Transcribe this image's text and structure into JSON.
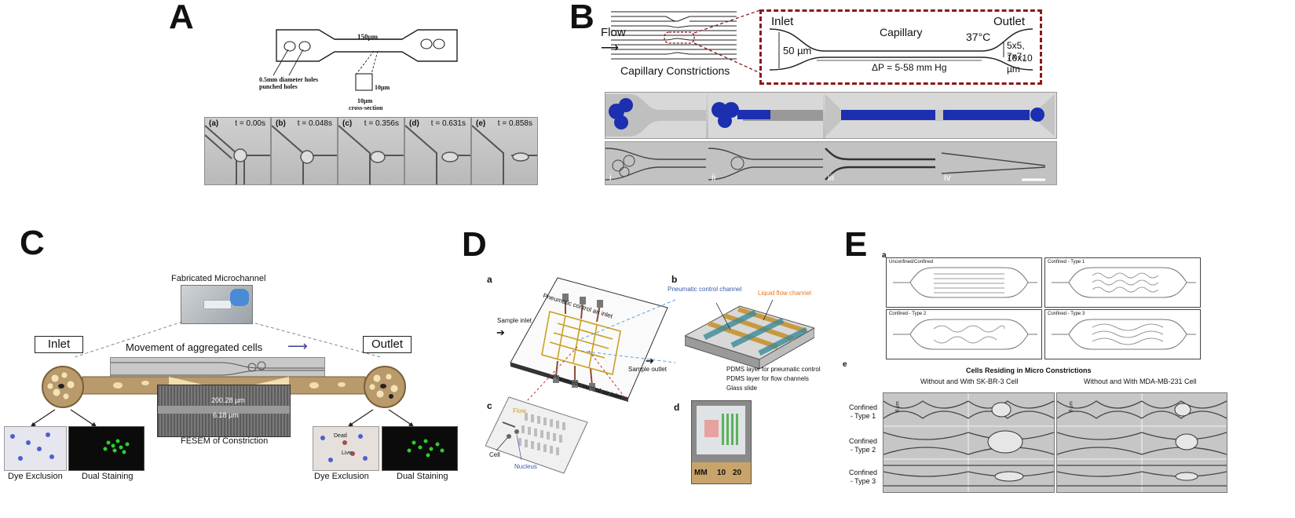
{
  "panels": {
    "A": {
      "letter": "A",
      "channel_width": "150µm",
      "holes_line1": "0.5mm diameter holes",
      "holes_line2": "punched holes",
      "cs_height": "10µm",
      "cs_width": "10µm",
      "cs_label": "cross-section",
      "frames": [
        {
          "label": "(a)",
          "time": "t = 0.00s"
        },
        {
          "label": "(b)",
          "time": "t = 0.048s"
        },
        {
          "label": "(c)",
          "time": "t = 0.356s"
        },
        {
          "label": "(d)",
          "time": "t = 0.631s"
        },
        {
          "label": "(e)",
          "time": "t = 0.858s"
        }
      ]
    },
    "B": {
      "letter": "B",
      "flow": "Flow",
      "constrictions": "Capillary Constrictions",
      "inlet": "Inlet",
      "outlet": "Outlet",
      "capillary": "Capillary",
      "temp": "37°C",
      "width": "50 µm",
      "sizes1": "5x5, 7x7,",
      "sizes2": "10x10 µm",
      "pressure": "ΔP = 5-58 mm Hg",
      "romans": [
        "i",
        "ii",
        "iii",
        "iv"
      ]
    },
    "C": {
      "letter": "C",
      "fabricated": "Fabricated Microchannel",
      "inlet": "Inlet",
      "outlet": "Outlet",
      "movement": "Movement of aggregated cells",
      "dim1": "200.28 µm",
      "dim2": "6.18 µm",
      "fesem": "FESEM of Constriction",
      "dye_left": "Dye Exclusion",
      "dual_left": "Dual Staining",
      "dye_right": "Dye Exclusion",
      "dual_right": "Dual Staining",
      "dead": "Dead",
      "live": "Live"
    },
    "D": {
      "letter": "D",
      "sub_a": "a",
      "sub_b": "b",
      "sub_c": "c",
      "sub_d": "d",
      "pcai_top": "Pneumatic control air inlet",
      "pcai_bottom": "Pneumatic control air inlet",
      "sample_inlet": "Sample inlet",
      "sample_outlet": "Sample outlet",
      "pneumatic_channel": "Pneumatic control channel",
      "liquid_channel": "Liquid flow channel",
      "layer1": "PDMS layer for pneumatic control",
      "layer2": "PDMS layer for flow channels",
      "layer3": "Glass slide",
      "flow": "Flow",
      "cell": "Cell",
      "nucleus": "Nucleus",
      "mm": "MM",
      "r10": "10",
      "r20": "20"
    },
    "E": {
      "letter": "E",
      "sub_a": "a",
      "sub_e": "e",
      "designs": [
        "Unconfined/Confined",
        "Confined - Type 1",
        "Confined - Type 2",
        "Confined - Type 3"
      ],
      "title": "Cells Residing in Micro Constrictions",
      "col1": "Without and With SK-BR-3 Cell",
      "col2": "Without and With MDA-MB-231 Cell",
      "rows": [
        {
          "line1": "Confined",
          "line2": "- Type 1"
        },
        {
          "line1": "Confined",
          "line2": "- Type 2"
        },
        {
          "line1": "Confined",
          "line2": "- Type 3"
        }
      ],
      "scale": "6 µm"
    }
  },
  "colors": {
    "dark_red": "#8b1a1a",
    "cell_blue": "#1b2fb0",
    "tan": "#b89a6b",
    "navy_arrow": "#3a3f8f",
    "gold": "#c8a020",
    "orange": "#e07a1f",
    "pneumatic_blue": "#3a5aa8"
  }
}
